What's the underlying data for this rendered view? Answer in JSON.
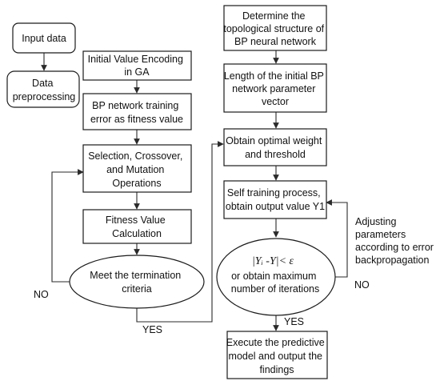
{
  "nodes": {
    "input_data": [
      "Input data"
    ],
    "data_preprocessing": [
      "Data",
      "preprocessing"
    ],
    "initial_value_encoding": [
      "Initial Value Encoding",
      "in GA"
    ],
    "bp_training_error": [
      "BP network training",
      "error as fitness value"
    ],
    "selection_crossover": [
      "Selection, Crossover,",
      "and Mutation",
      "Operations"
    ],
    "fitness_value": [
      "Fitness Value",
      "Calculation"
    ],
    "meet_termination": [
      "Meet the termination",
      "criteria"
    ],
    "determine_topology": [
      "Determine the",
      "topological structure  of",
      "BP neural network"
    ],
    "length_vector": [
      "Length of the initial BP",
      "network parameter",
      "vector"
    ],
    "obtain_optimal": [
      "Obtain  optimal weight",
      "and threshold"
    ],
    "self_training": [
      "Self training process,",
      "obtain output value Y1"
    ],
    "error_condition": {
      "formula": "|Yᵢ -Y|< ε",
      "lines": [
        "or obtain maximum",
        "number of iterations"
      ]
    },
    "execute_model": [
      "Execute the predictive",
      "model and output the",
      "findings"
    ]
  },
  "edge_labels": {
    "no_left": "NO",
    "yes_left": "YES",
    "no_right": "NO",
    "yes_right": "YES",
    "adjusting": [
      "Adjusting",
      "parameters",
      "according to error",
      "backpropagation"
    ]
  }
}
